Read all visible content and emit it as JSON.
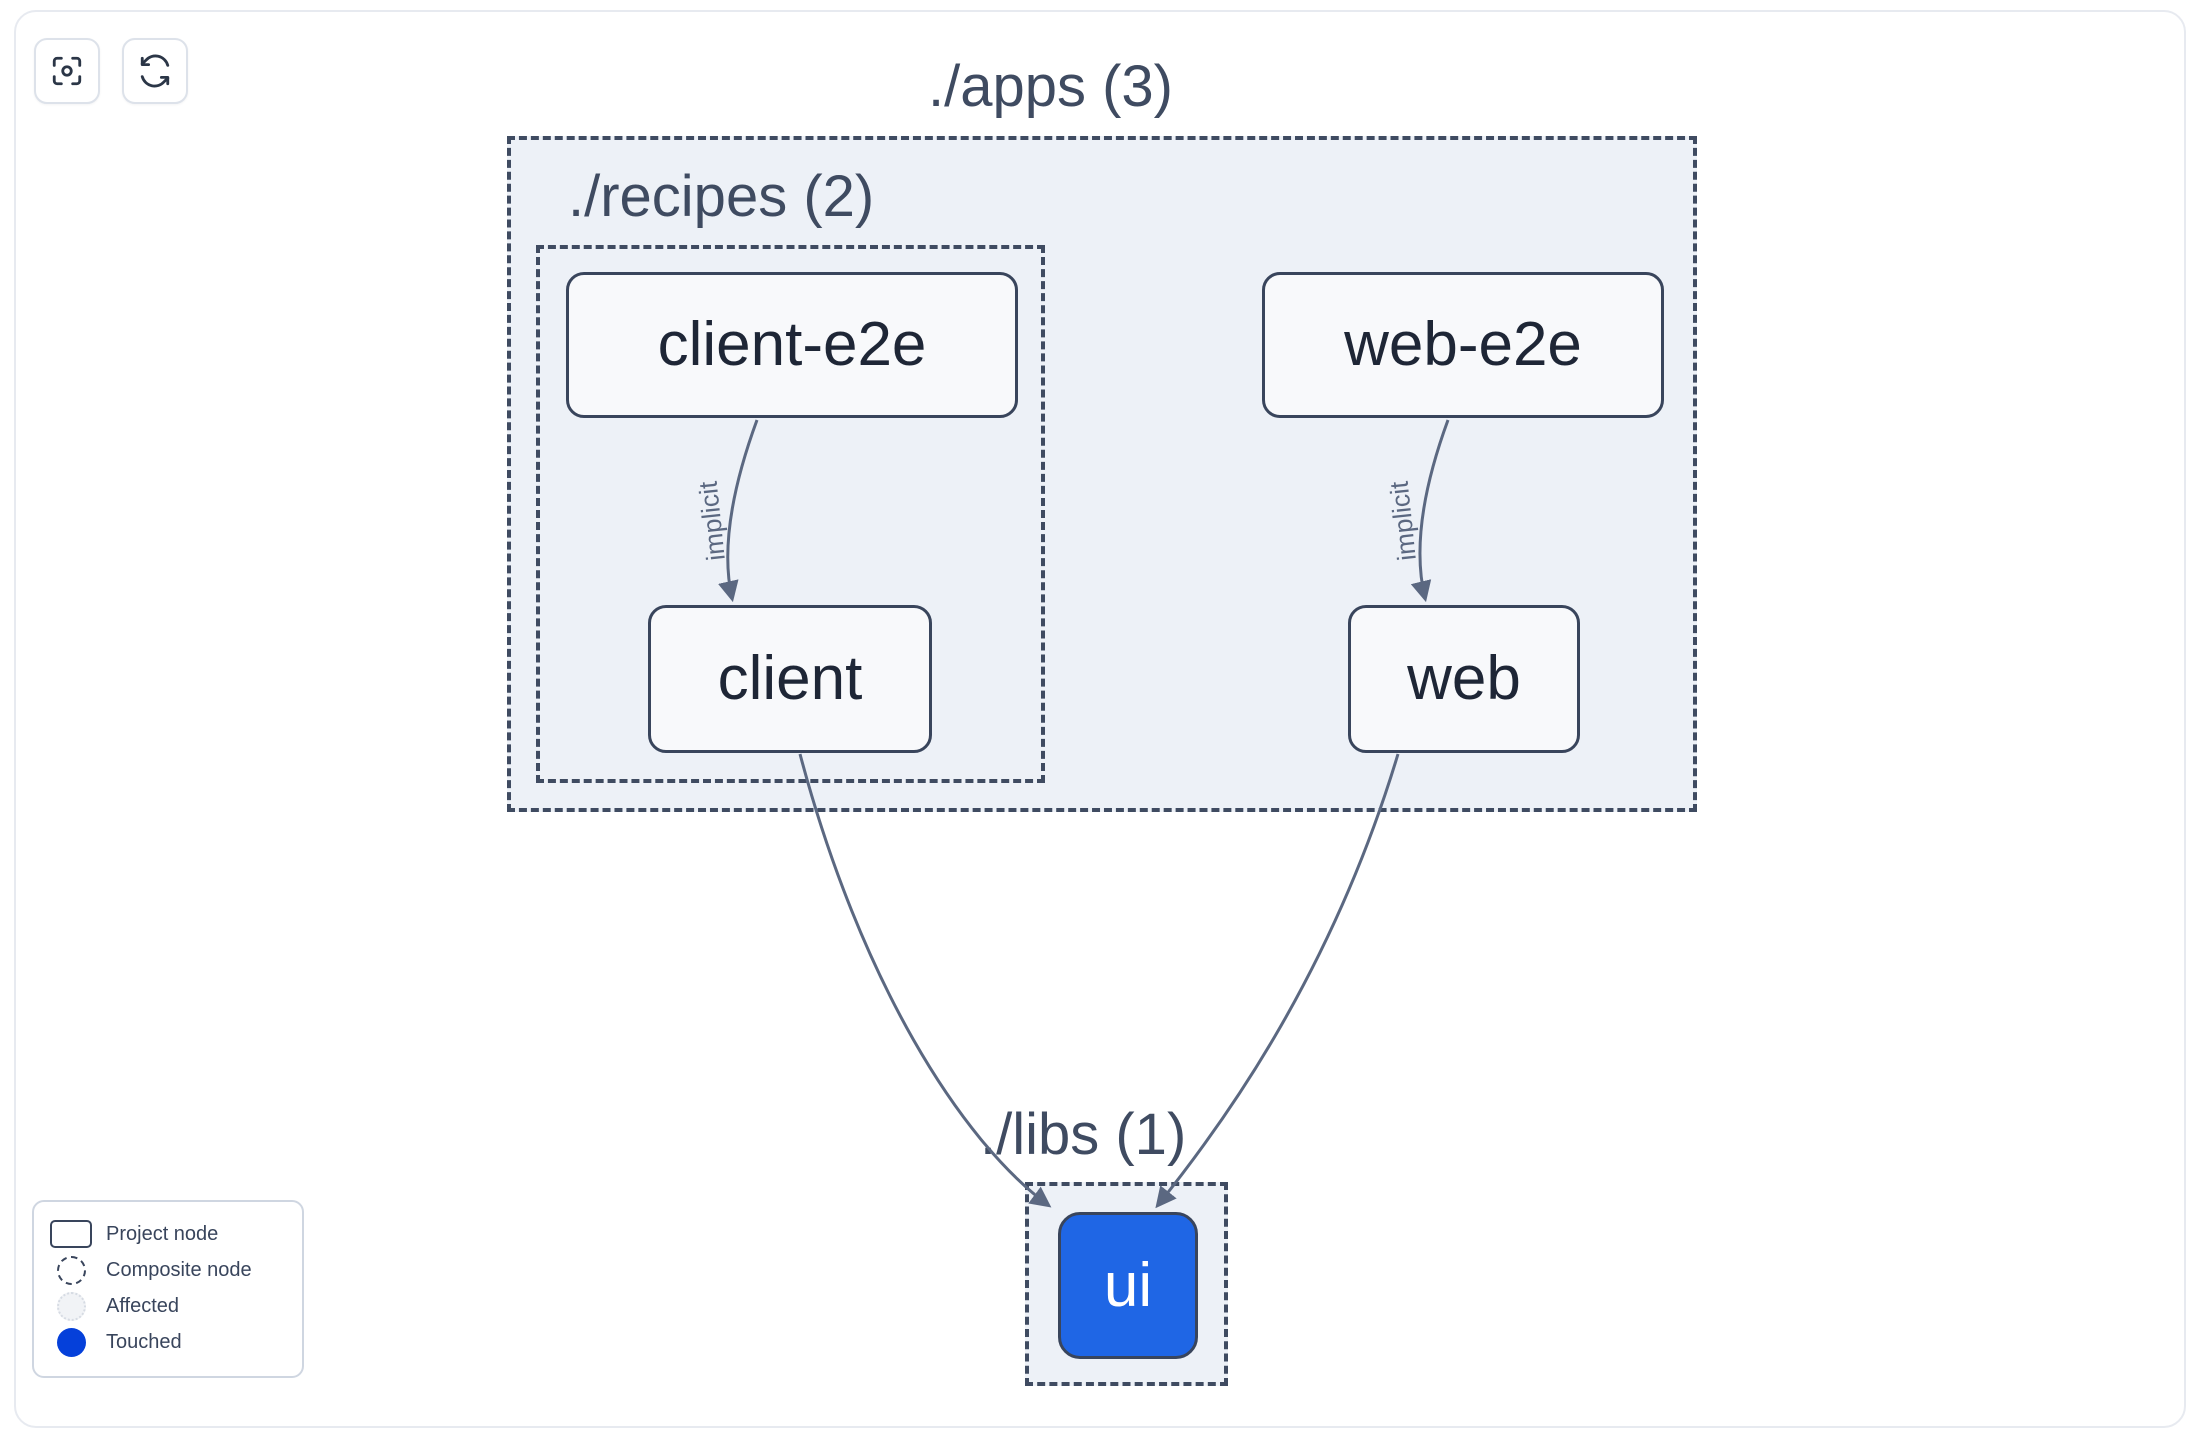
{
  "toolbar": {
    "buttons": [
      {
        "name": "focus-graph-button",
        "icon": "focus-target-icon",
        "label": ""
      },
      {
        "name": "refresh-graph-button",
        "icon": "refresh-sync-icon",
        "label": ""
      }
    ]
  },
  "graph": {
    "groups": [
      {
        "id": "apps",
        "label": "./apps (3)",
        "count": 3,
        "type": "composite"
      },
      {
        "id": "recipes",
        "label": "./recipes (2)",
        "count": 2,
        "type": "composite"
      },
      {
        "id": "libs",
        "label": "./libs (1)",
        "count": 1,
        "type": "composite"
      }
    ],
    "nodes": [
      {
        "id": "client-e2e",
        "label": "client-e2e",
        "group": "recipes",
        "state": "normal"
      },
      {
        "id": "web-e2e",
        "label": "web-e2e",
        "group": "apps",
        "state": "normal"
      },
      {
        "id": "client",
        "label": "client",
        "group": "recipes",
        "state": "normal"
      },
      {
        "id": "web",
        "label": "web",
        "group": "apps",
        "state": "normal"
      },
      {
        "id": "ui",
        "label": "ui",
        "group": "libs",
        "state": "touched"
      }
    ],
    "edges": [
      {
        "from": "client-e2e",
        "to": "client",
        "label": "implicit"
      },
      {
        "from": "web-e2e",
        "to": "web",
        "label": "implicit"
      },
      {
        "from": "client",
        "to": "ui",
        "label": ""
      },
      {
        "from": "web",
        "to": "ui",
        "label": ""
      }
    ]
  },
  "legend": {
    "items": [
      {
        "swatch": "project-node-swatch",
        "label": "Project node"
      },
      {
        "swatch": "composite-node-swatch",
        "label": "Composite node"
      },
      {
        "swatch": "affected-swatch",
        "label": "Affected"
      },
      {
        "swatch": "touched-swatch",
        "label": "Touched"
      }
    ]
  },
  "colors": {
    "group_fill": "#edf1f7",
    "group_border": "#3f4b61",
    "node_fill": "#f8f9fb",
    "node_border": "#39455c",
    "touched_blue": "#1f66e5",
    "legend_touched_blue": "#0540da",
    "edge_stroke": "#5b6881",
    "text": "#1e2636",
    "canvas_border": "#e7eaf0"
  }
}
